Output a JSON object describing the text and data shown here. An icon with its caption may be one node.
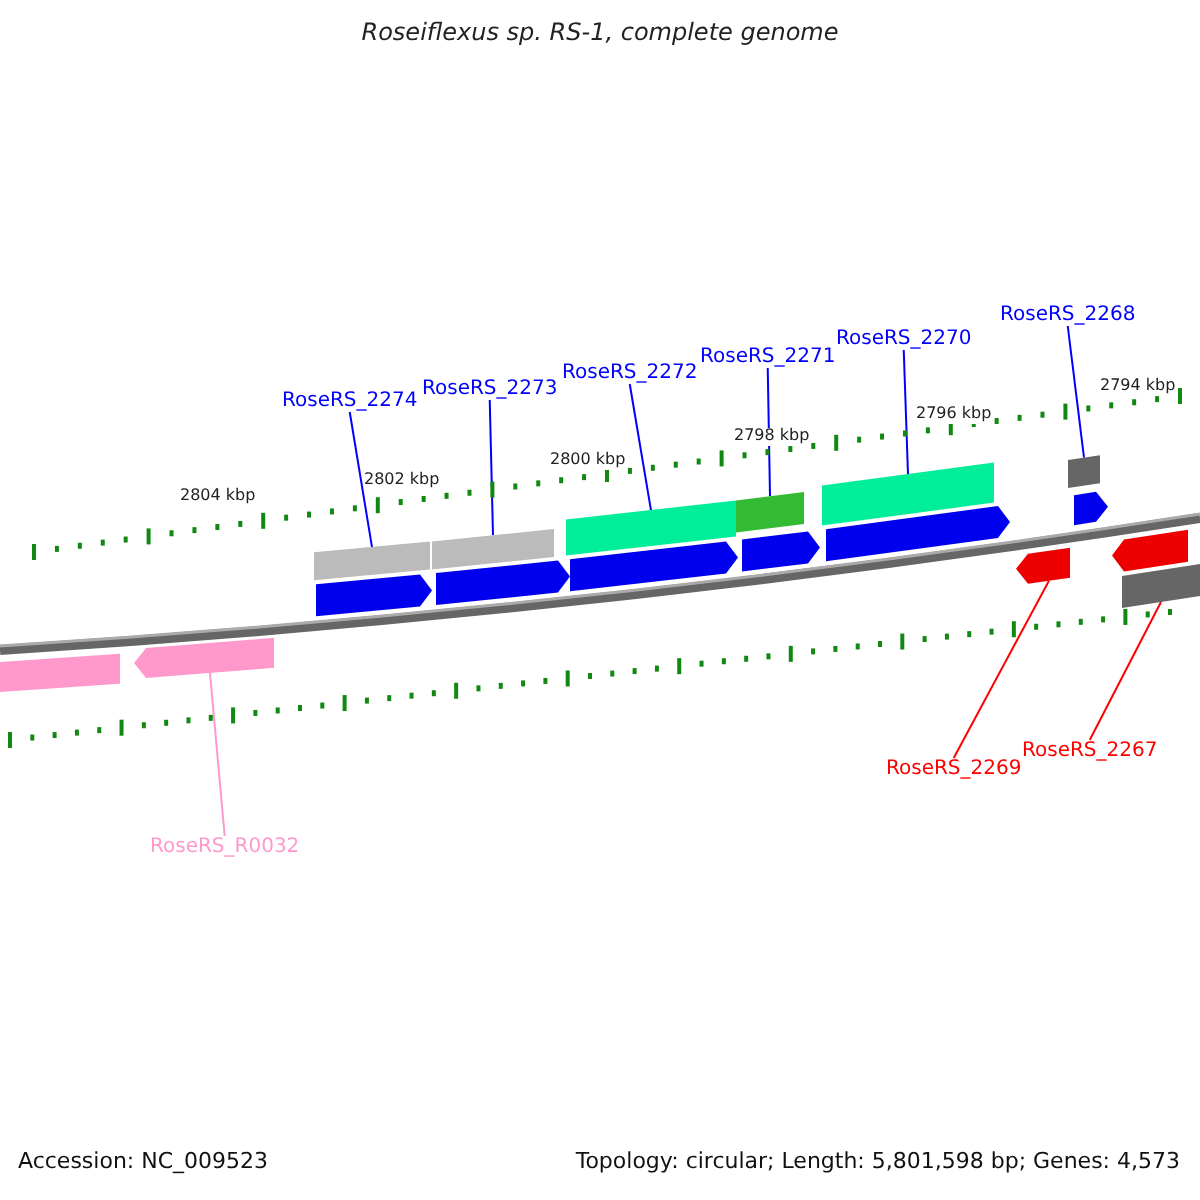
{
  "diagram": {
    "title": "Roseiflexus sp. RS-1, complete genome",
    "nodes": [
      {
        "text": [
          "RoseRS_2274"
        ]
      },
      {
        "text": [
          "RoseRS_2273"
        ]
      },
      {
        "text": [
          "RoseRS_2272"
        ]
      },
      {
        "text": [
          "RoseRS_2271"
        ]
      },
      {
        "text": [
          "RoseRS_2270"
        ]
      },
      {
        "text": [
          "RoseRS_2268"
        ]
      },
      {
        "text": [
          "RoseRS_2269"
        ]
      },
      {
        "text": [
          "RoseRS_2267"
        ]
      },
      {
        "text": [
          "RoseRS_R0032"
        ]
      },
      {
        "text": [],
        "shape": "bar"
      },
      {
        "text": [],
        "shape": "bar"
      },
      {
        "text": [],
        "shape": "bar"
      },
      {
        "text": [],
        "shape": "bar"
      },
      {
        "text": [],
        "shape": "bar"
      },
      {
        "text": [],
        "shape": "bar"
      },
      {
        "text": [],
        "shape": "arrow"
      },
      {
        "text": [],
        "shape": "bar"
      },
      {
        "text": [],
        "shape": "arrow"
      },
      {
        "text": [],
        "shape": "arrow"
      },
      {
        "text": [],
        "shape": "arrow"
      },
      {
        "text": [],
        "shape": "arrow"
      },
      {
        "text": [],
        "shape": "arrow"
      },
      {
        "text": [],
        "shape": "arrow"
      },
      {
        "text": [],
        "shape": "arrow"
      },
      {
        "text": [],
        "shape": "arrow"
      },
      {
        "text": [],
        "shape": "bar"
      }
    ],
    "edges": [
      {
        "from": 0,
        "to": 9,
        "arrow": "none"
      },
      {
        "from": 1,
        "to": 10,
        "arrow": "none"
      },
      {
        "from": 2,
        "to": 11,
        "arrow": "none"
      },
      {
        "from": 3,
        "to": 12,
        "arrow": "none"
      },
      {
        "from": 4,
        "to": 13,
        "arrow": "none"
      },
      {
        "from": 5,
        "to": 14,
        "arrow": "none"
      },
      {
        "from": 6,
        "to": 15,
        "arrow": "none",
        "color": "#ff0000"
      },
      {
        "from": 7,
        "to": 16,
        "arrow": "none",
        "color": "#ff0000"
      },
      {
        "from": 8,
        "to": 17,
        "arrow": "none",
        "color": "#ff99cc"
      }
    ],
    "labels": [
      "2804 kbp",
      "2802 kbp",
      "2800 kbp",
      "2798 kbp",
      "2796 kbp",
      "2794 kbp",
      "Accession: NC_009523",
      "Topology: circular; Length: 5,801,598 bp; Genes: 4,573"
    ]
  }
}
